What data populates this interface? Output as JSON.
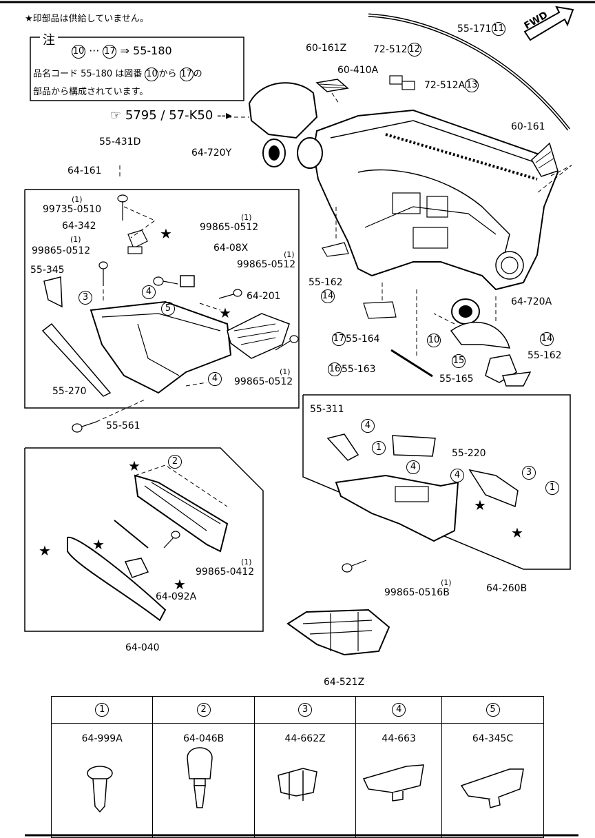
{
  "header_note": "★印部品は供給していません。",
  "note_box": {
    "title": "注",
    "line1_from": "10",
    "line1_to": "17",
    "line1_target": "55-180",
    "line2_a": "品名コード 55-180 は図番",
    "line2_b": "から",
    "line2_c": "の",
    "line3": "部品から構成されています。"
  },
  "fwd_label": "FWD",
  "ref_label": "5795 / 57-K50",
  "labels": {
    "l55_171": "55-171",
    "l60_161z": "60-161Z",
    "l72_512": "72-512",
    "l60_410a": "60-410A",
    "l72_512a": "72-512A",
    "l64_720y": "64-720Y",
    "l55_431d": "55-431D",
    "l60_161": "60-161",
    "l64_161": "64-161",
    "l99735": "99735-0510",
    "l64_342": "64-342",
    "l99865_a": "99865-0512",
    "l64_08x": "64-08X",
    "l99865_b": "99865-0512",
    "l99865_c": "99865-0512",
    "l55_345": "55-345",
    "l64_201": "64-201",
    "l99865_d": "99865-0512",
    "l55_270": "55-270",
    "l55_561": "55-561",
    "l55_162a": "55-162",
    "l64_720a": "64-720A",
    "l55_164": "55-164",
    "l55_162b": "55-162",
    "l55_163": "55-163",
    "l55_165": "55-165",
    "l55_311": "55-311",
    "l55_220": "55-220",
    "l64_260b": "64-260B",
    "l99865_0516b": "99865-0516B",
    "l99865_0412": "99865-0412",
    "l64_092a": "64-092A",
    "l64_040": "64-040",
    "l64_521z": "64-521Z",
    "qty": "(1)"
  },
  "circled": {
    "c11": "11",
    "c12": "12",
    "c13": "13",
    "c14a": "14",
    "c14b": "14",
    "c10": "10",
    "c15": "15",
    "c16": "16",
    "c17": "17",
    "c1": "1",
    "c2": "2",
    "c3": "3",
    "c4": "4",
    "c5": "5"
  },
  "key_table": {
    "headers": [
      "1",
      "2",
      "3",
      "4",
      "5"
    ],
    "parts": [
      "64-999A",
      "64-046B",
      "44-662Z",
      "44-663",
      "64-345C"
    ]
  }
}
